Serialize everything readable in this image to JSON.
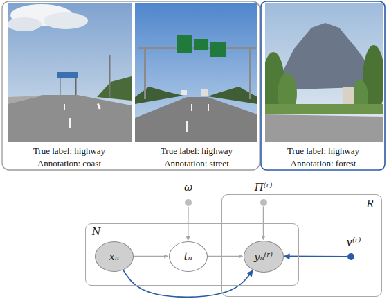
{
  "diagram": {
    "nodes": [
      {
        "text": [
          "N"
        ]
      },
      {
        "text": [
          "xₙ"
        ],
        "in": 0
      },
      {
        "text": [
          "tₙ"
        ],
        "in": 0
      },
      {
        "text": [
          "ω"
        ]
      },
      {
        "text": [
          "R"
        ]
      },
      {
        "text": [
          "Π⁽ʳ⁾"
        ],
        "in": 4
      },
      {
        "text": [
          "yₙ⁽ʳ⁾"
        ],
        "in": 0
      },
      {
        "text": [
          "v⁽ʳ⁾"
        ]
      }
    ],
    "edges": [
      {
        "from": 1,
        "to": 2,
        "arrow": "to"
      },
      {
        "from": 3,
        "to": 2,
        "arrow": "to"
      },
      {
        "from": 2,
        "to": 6,
        "arrow": "to"
      },
      {
        "from": 5,
        "to": 6,
        "arrow": "to"
      },
      {
        "from": 7,
        "to": 6,
        "arrow": "to"
      },
      {
        "from": 1,
        "to": 6,
        "arrow": "to"
      }
    ],
    "labels": [
      "True label: highway",
      "Annotation: coast",
      "True label: highway",
      "Annotation: street",
      "True label: highway",
      "Annotation: forest"
    ]
  }
}
